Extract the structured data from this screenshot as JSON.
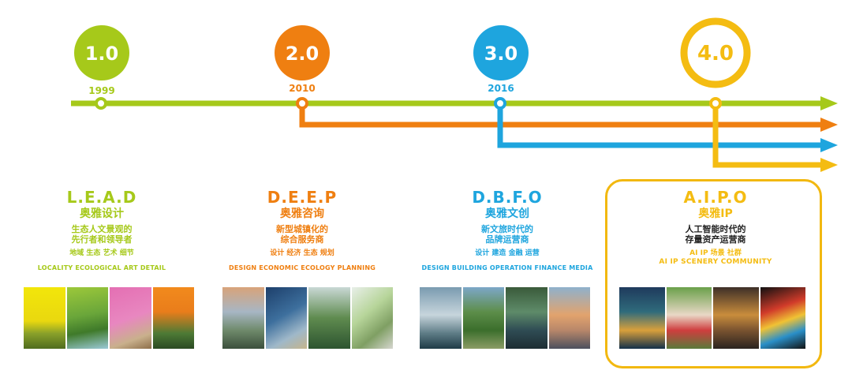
{
  "colors": {
    "green": "#a6c91a",
    "orange": "#ef7f11",
    "blue": "#1ea5de",
    "yellow": "#f4bc12"
  },
  "stages": [
    {
      "version": "1.0",
      "year": "1999",
      "code": "L.E.A.D",
      "name_cn": "奥雅设计",
      "desc": [
        "生态人文景观的",
        "先行者和领导者"
      ],
      "tags": "地域  生态  艺术  细节",
      "english": "LOCALITY ECOLOGICAL ART DETAIL",
      "photos": [
        "yellow-field",
        "green-wetland",
        "pink-sculpture",
        "orange-garden"
      ]
    },
    {
      "version": "2.0",
      "year": "2010",
      "code": "D.E.E.P",
      "name_cn": "奥雅咨询",
      "desc": [
        "新型城镇化的",
        "综合服务商"
      ],
      "tags": "设计  经济  生态  规划",
      "english": "DESIGN ECONOMIC ECOLOGY PLANNING",
      "photos": [
        "city-aerial",
        "glass-building",
        "greenhouse",
        "architecture-model"
      ]
    },
    {
      "version": "3.0",
      "year": "2016",
      "code": "D.B.F.O",
      "name_cn": "奥雅文创",
      "desc": [
        "新文旅时代的",
        "品牌运营商"
      ],
      "tags": "设计  建造  金融  运营",
      "english": "DESIGN BUILDING OPERATION FINANCE MEDIA",
      "photos": [
        "lake-architecture",
        "village-valley",
        "river-aerial",
        "sunset-sculpture"
      ]
    },
    {
      "version": "4.0",
      "year": "",
      "code": "A.I.P.O",
      "name_cn": "奥雅IP",
      "desc": [
        "人工智能时代的",
        "存量资产运营商"
      ],
      "tags": "AI  IP  场景  社群",
      "english": "AI  IP  SCENERY  COMMUNITY",
      "photos": [
        "night-lake",
        "character-toys",
        "ancient-tower",
        "graffiti-art"
      ]
    }
  ]
}
